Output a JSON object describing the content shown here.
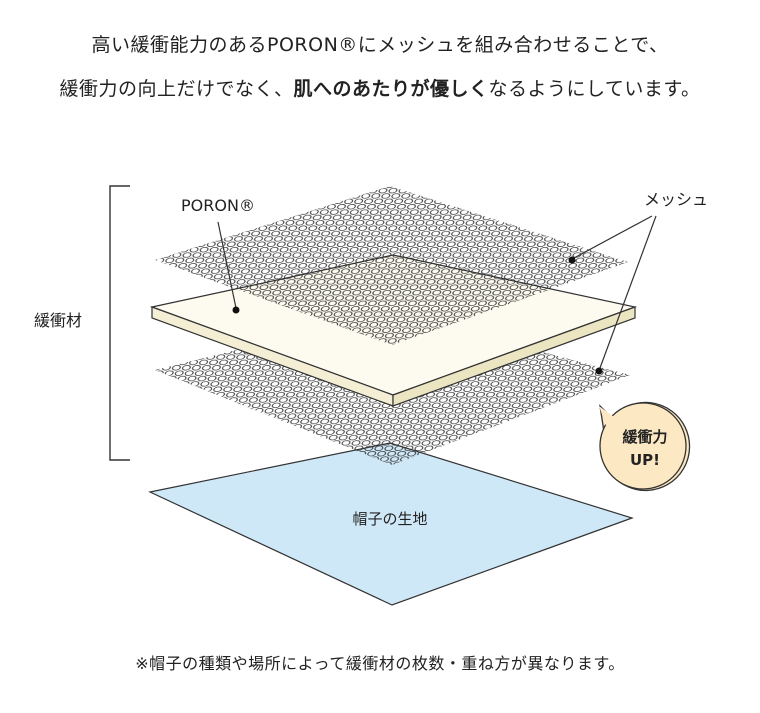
{
  "intro": {
    "line1": "高い緩衝能力のあるPORON®にメッシュを組み合わせることで、",
    "line2_before": "緩衝力の向上だけでなく、",
    "line2_bold": "肌へのあたりが優しく",
    "line2_after": "なるようにしています。"
  },
  "diagram": {
    "bracket_label": "緩衝材",
    "poron_label": "PORON®",
    "mesh_label": "メッシュ",
    "bubble_line1": "緩衝力",
    "bubble_line2": "UP!",
    "fabric_label": "帽子の生地"
  },
  "footnote": "※帽子の種類や場所によって緩衝材の枚数・重ね方が異なります。",
  "colors": {
    "fabric_fill": "#cfe8f7",
    "poron_fill": "#fdfbef",
    "bubble_fill": "#fde8c4",
    "line": "#333333"
  }
}
